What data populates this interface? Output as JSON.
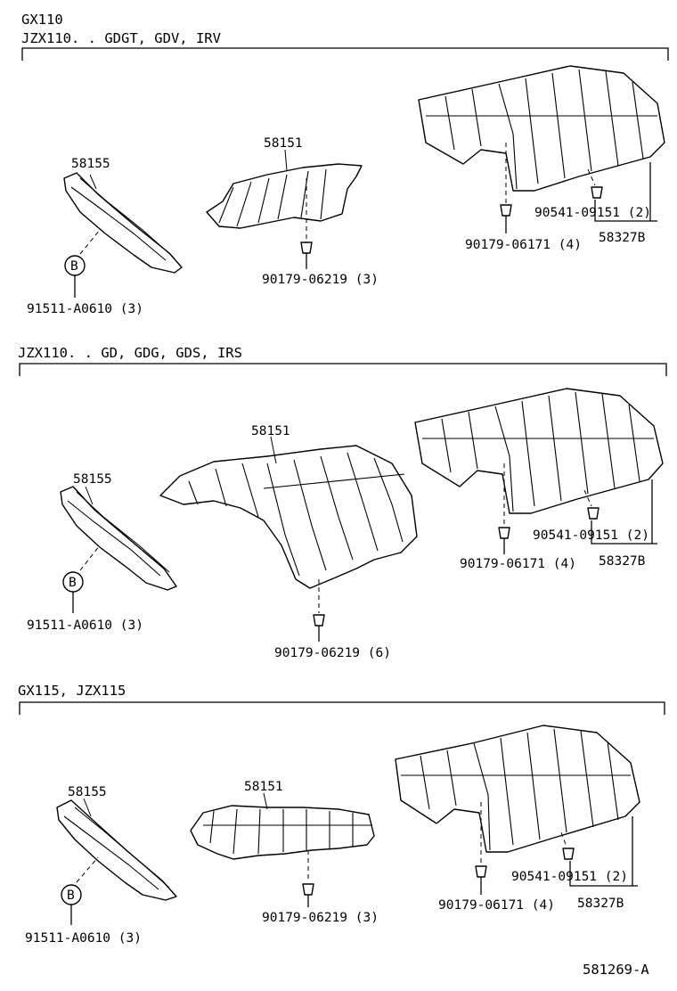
{
  "sections": [
    {
      "title_lines": [
        "GX110",
        "JZX110. . GDGT, GDV, IRV"
      ],
      "labels": {
        "pipe_shield": "58155",
        "bolt_b": "91511-A0610 (3)",
        "b_marker": "B",
        "center_shield": "58151",
        "center_nut": "90179-06219 (3)",
        "rear_nut": "90179-06171 (4)",
        "rear_bolt": "90541-09151 (2)",
        "rear_assy": "58327B"
      }
    },
    {
      "title_lines": [
        "JZX110. . GD, GDG, GDS, IRS"
      ],
      "labels": {
        "pipe_shield": "58155",
        "bolt_b": "91511-A0610 (3)",
        "b_marker": "B",
        "center_shield": "58151",
        "center_nut": "90179-06219 (6)",
        "rear_nut": "90179-06171 (4)",
        "rear_bolt": "90541-09151 (2)",
        "rear_assy": "58327B"
      }
    },
    {
      "title_lines": [
        "GX115, JZX115"
      ],
      "labels": {
        "pipe_shield": "58155",
        "bolt_b": "91511-A0610 (3)",
        "b_marker": "B",
        "center_shield": "58151",
        "center_nut": "90179-06219 (3)",
        "rear_nut": "90179-06171 (4)",
        "rear_bolt": "90541-09151 (2)",
        "rear_assy": "58327B"
      }
    }
  ],
  "footer": {
    "code": "581269-A"
  }
}
